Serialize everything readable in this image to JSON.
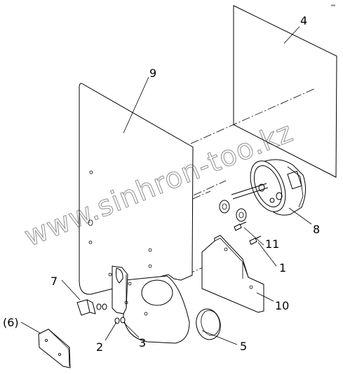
{
  "watermark": "www.sinhron-too.kz",
  "corner_mark": "мм",
  "callouts": {
    "c1": "1",
    "c2": "2",
    "c3": "3",
    "c4": "4",
    "c5": "5",
    "c6": "(6)",
    "c7": "7",
    "c8": "8",
    "c9": "9",
    "c10": "10",
    "c11": "11"
  }
}
